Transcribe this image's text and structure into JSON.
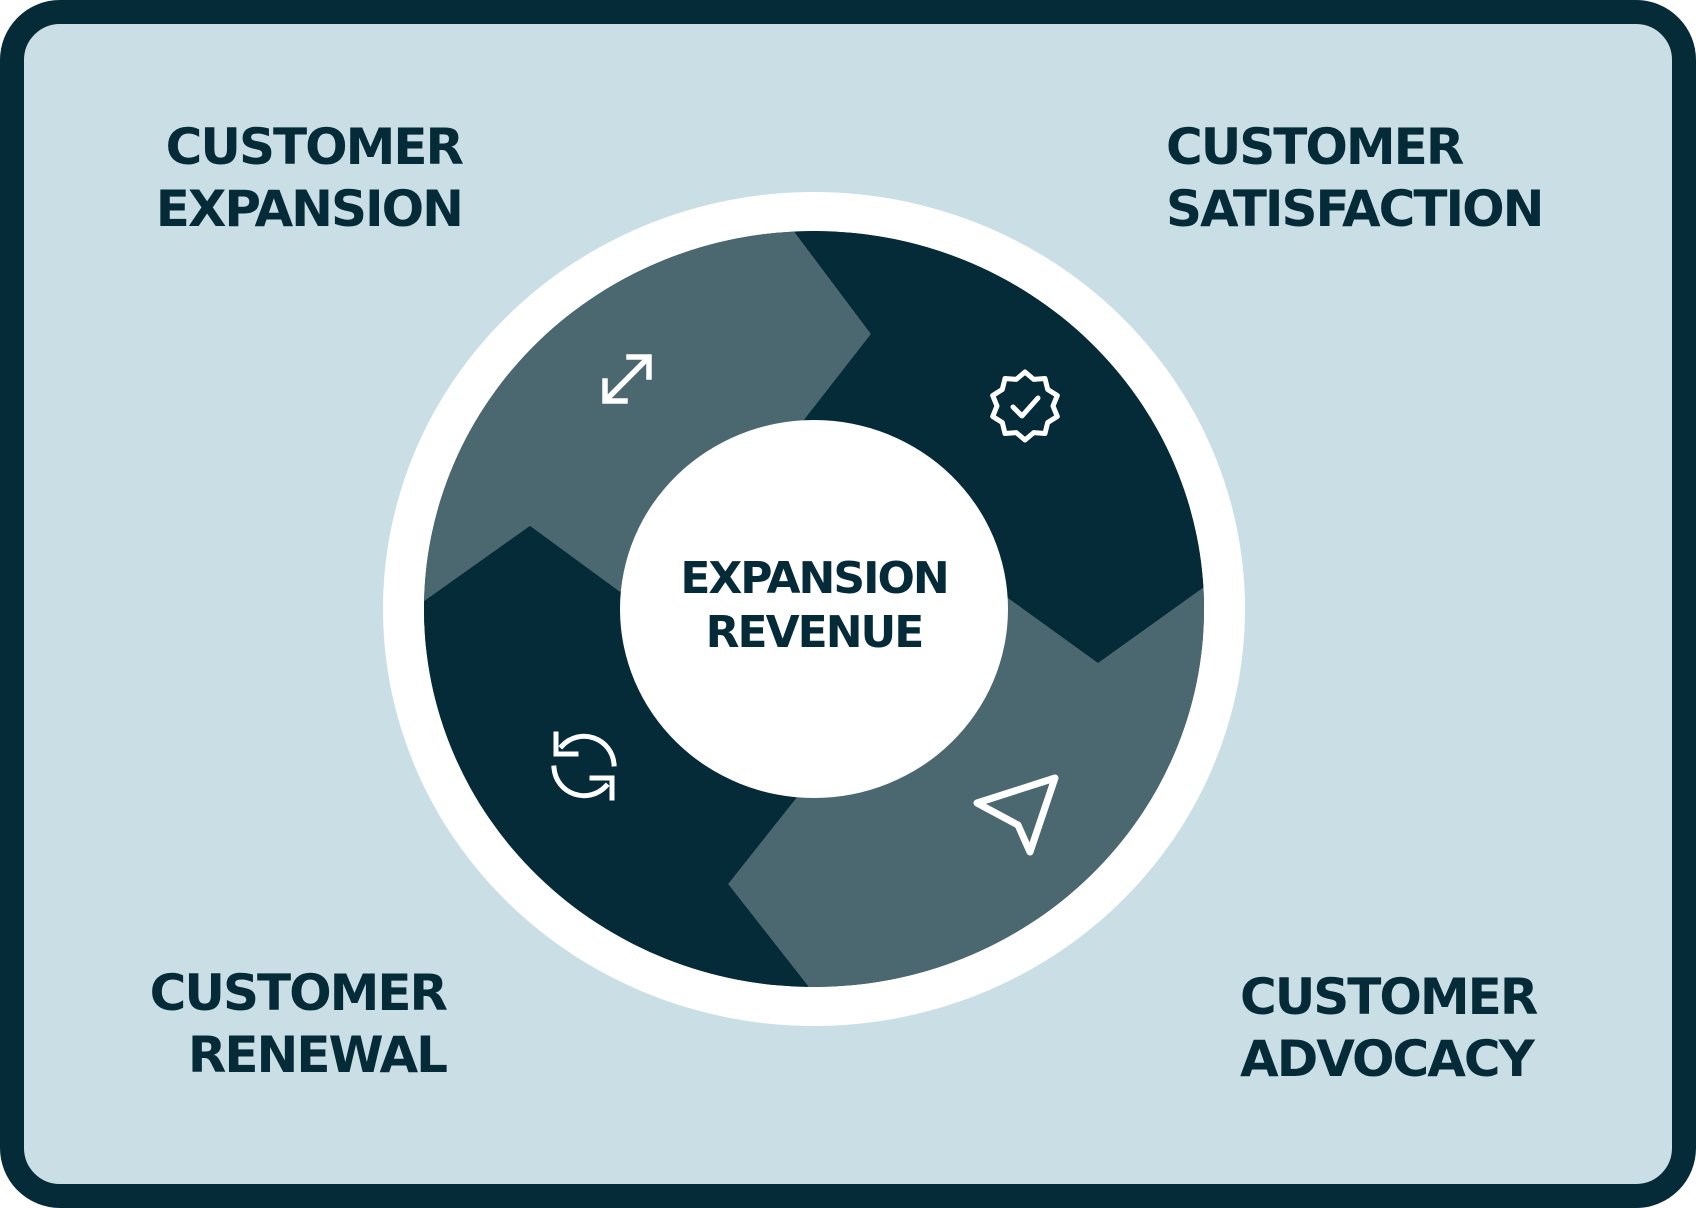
{
  "colors": {
    "frame": "#052a38",
    "background": "#cadfe5",
    "ring_dark": "#052a38",
    "ring_light": "#4b6870",
    "white": "#ffffff",
    "text": "#052a38"
  },
  "center": {
    "line1": "EXPANSION",
    "line2": "REVENUE"
  },
  "stages": [
    {
      "id": "expansion",
      "line1": "CUSTOMER",
      "line2": "EXPANSION",
      "icon": "arrows-expand-icon",
      "position": "top-left",
      "segment_shade": "light"
    },
    {
      "id": "satisfaction",
      "line1": "CUSTOMER",
      "line2": "SATISFACTION",
      "icon": "badge-check-icon",
      "position": "top-right",
      "segment_shade": "dark"
    },
    {
      "id": "advocacy",
      "line1": "CUSTOMER",
      "line2": "ADVOCACY",
      "icon": "send-icon",
      "position": "bottom-right",
      "segment_shade": "light"
    },
    {
      "id": "renewal",
      "line1": "CUSTOMER",
      "line2": "RENEWAL",
      "icon": "refresh-icon",
      "position": "bottom-left",
      "segment_shade": "dark"
    }
  ]
}
